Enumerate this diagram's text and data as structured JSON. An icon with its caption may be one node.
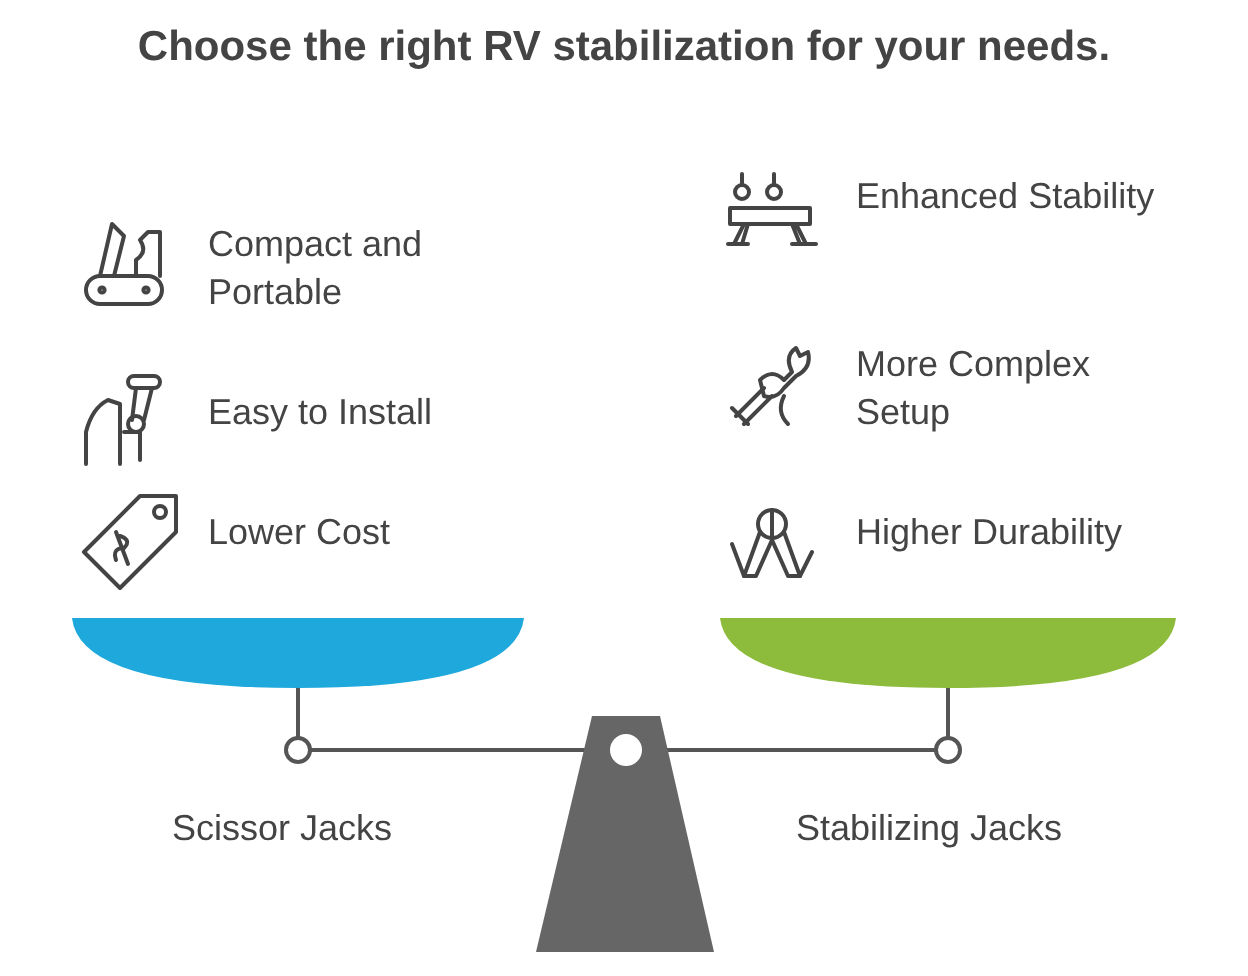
{
  "diagram": {
    "title": "Choose the right RV stabilization for your needs.",
    "labels": [
      "Enhanced Stability",
      "Compact and Portable",
      "More Complex Setup",
      "Easy to Install",
      "Higher Durability",
      "Lower Cost",
      "Scissor Jacks",
      "Stabilizing Jacks"
    ]
  }
}
